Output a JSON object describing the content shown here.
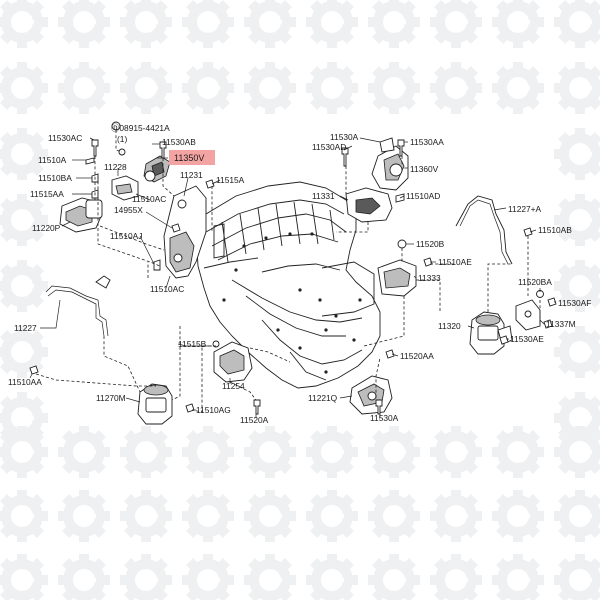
{
  "highlight_color": "#f4a3a3",
  "watermark_icon": "gear-logo-icon",
  "labels": {
    "l11530AC_1": "11530AC",
    "l08915": "Ⓓ08915-4421A",
    "l_qty": "(1)",
    "l11530AB_1": "11530AB",
    "l11510A": "11510A",
    "l11350V": "11350V",
    "l11228": "11228",
    "l11231": "11231",
    "l11515A": "11515A",
    "l11510BA": "11510BA",
    "l11515AA": "11515AA",
    "l14955X": "14955X",
    "l11510AC": "11510AC",
    "l11220P": "11220P",
    "l11510AJ": "11510AJ",
    "l11510AC_2": "11510AC",
    "l11530A_1": "11530A",
    "l11530AD": "11530AD",
    "l11530AA": "11530AA",
    "l11360V": "11360V",
    "l11331": "11331",
    "l11510AD": "11510AD",
    "l11227A": "11227+A",
    "l11510AB": "11510AB",
    "l11520B": "11520B",
    "l11510AE": "11510AE",
    "l11333": "11333",
    "l11520BA": "11520BA",
    "l11530AF": "11530AF",
    "l11320": "11320",
    "l11337M": "11337M",
    "l11530AE": "11530AE",
    "l11227": "11227",
    "l11515B": "11515B",
    "l11520AA": "11520AA",
    "l11510AA": "11510AA",
    "l11254": "11254",
    "l11270M": "11270M",
    "l11510AG": "11510AG",
    "l11520A": "11520A",
    "l11221Q": "11221Q",
    "l11530A_2": "11530A"
  }
}
